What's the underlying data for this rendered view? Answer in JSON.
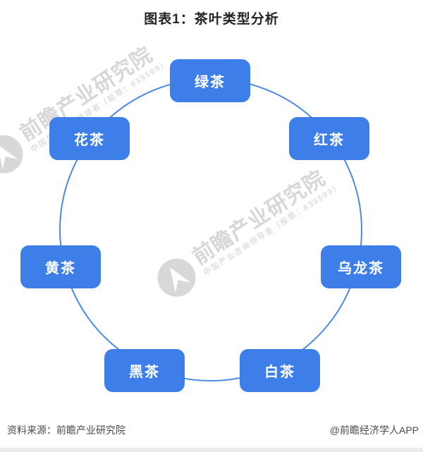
{
  "title": "图表1：茶叶类型分析",
  "diagram": {
    "type": "circular-concept-diagram",
    "topic": "茶叶类型",
    "nodes": [
      {
        "id": "green-tea",
        "label": "绿茶",
        "position": "top"
      },
      {
        "id": "black-tea",
        "label": "红茶",
        "position": "upper-right"
      },
      {
        "id": "oolong-tea",
        "label": "乌龙茶",
        "position": "right"
      },
      {
        "id": "white-tea",
        "label": "白茶",
        "position": "bottom-right"
      },
      {
        "id": "dark-tea",
        "label": "黑茶",
        "position": "bottom-left"
      },
      {
        "id": "yellow-tea",
        "label": "黄茶",
        "position": "left"
      },
      {
        "id": "flower-tea",
        "label": "花茶",
        "position": "upper-left"
      }
    ],
    "colors": {
      "node_fill": "#3d7ee8",
      "node_text": "#ffffff",
      "ring_stroke": "#4a89e8"
    }
  },
  "watermark": {
    "brand": "前瞻产业研究院",
    "tagline": "中国产业咨询领导者（股票：839599）"
  },
  "footer": {
    "source": "资料来源：前瞻产业研究院",
    "credit": "@前瞻经济学人APP"
  }
}
